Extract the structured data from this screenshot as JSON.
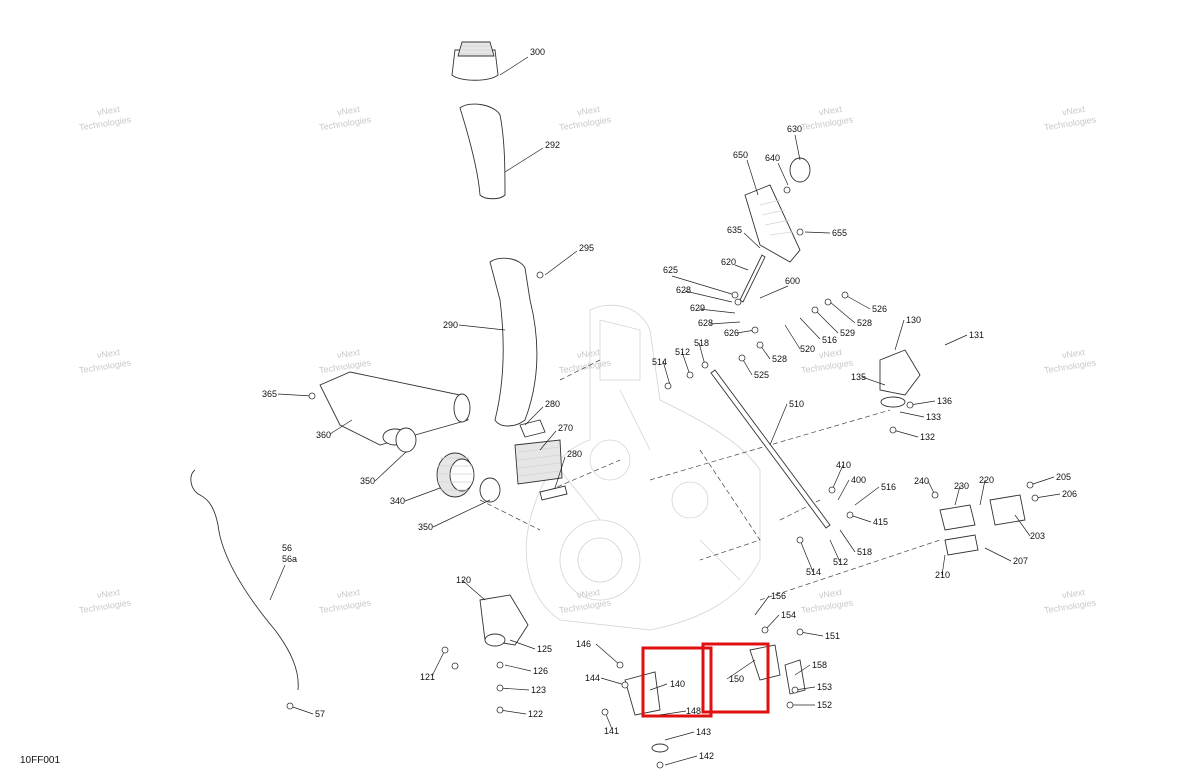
{
  "watermark_line1": "vNext",
  "watermark_line2": "Technologies",
  "diagram_code": "10FF001",
  "labels": {
    "p300": "300",
    "p292": "292",
    "p295": "295",
    "p290": "290",
    "p365": "365",
    "p360": "360",
    "p280a": "280",
    "p270": "270",
    "p280b": "280",
    "p350a": "350",
    "p340": "340",
    "p350b": "350",
    "p56": "56",
    "p56a": "56a",
    "p57": "57",
    "p630": "630",
    "p650": "650",
    "p640": "640",
    "p635": "635",
    "p655": "655",
    "p620": "620",
    "p625": "625",
    "p628a": "628",
    "p600": "600",
    "p629": "629",
    "p628b": "628",
    "p626": "626",
    "p526": "526",
    "p528a": "528",
    "p529": "529",
    "p516a": "516",
    "p520": "520",
    "p528b": "528",
    "p525": "525",
    "p518a": "518",
    "p512a": "512",
    "p514a": "514",
    "p130": "130",
    "p131": "131",
    "p135": "135",
    "p136": "136",
    "p133": "133",
    "p132": "132",
    "p510": "510",
    "p410": "410",
    "p400": "400",
    "p516b": "516",
    "p415": "415",
    "p518b": "518",
    "p512b": "512",
    "p514b": "514",
    "p240": "240",
    "p230": "230",
    "p220": "220",
    "p205": "205",
    "p206": "206",
    "p203": "203",
    "p207": "207",
    "p210": "210",
    "p120": "120",
    "p125": "125",
    "p121": "121",
    "p126": "126",
    "p123": "123",
    "p122": "122",
    "p146": "146",
    "p144": "144",
    "p140": "140",
    "p148": "148",
    "p141": "141",
    "p143": "143",
    "p142": "142",
    "p150": "150",
    "p156": "156",
    "p154": "154",
    "p151": "151",
    "p158": "158",
    "p153": "153",
    "p152": "152"
  }
}
